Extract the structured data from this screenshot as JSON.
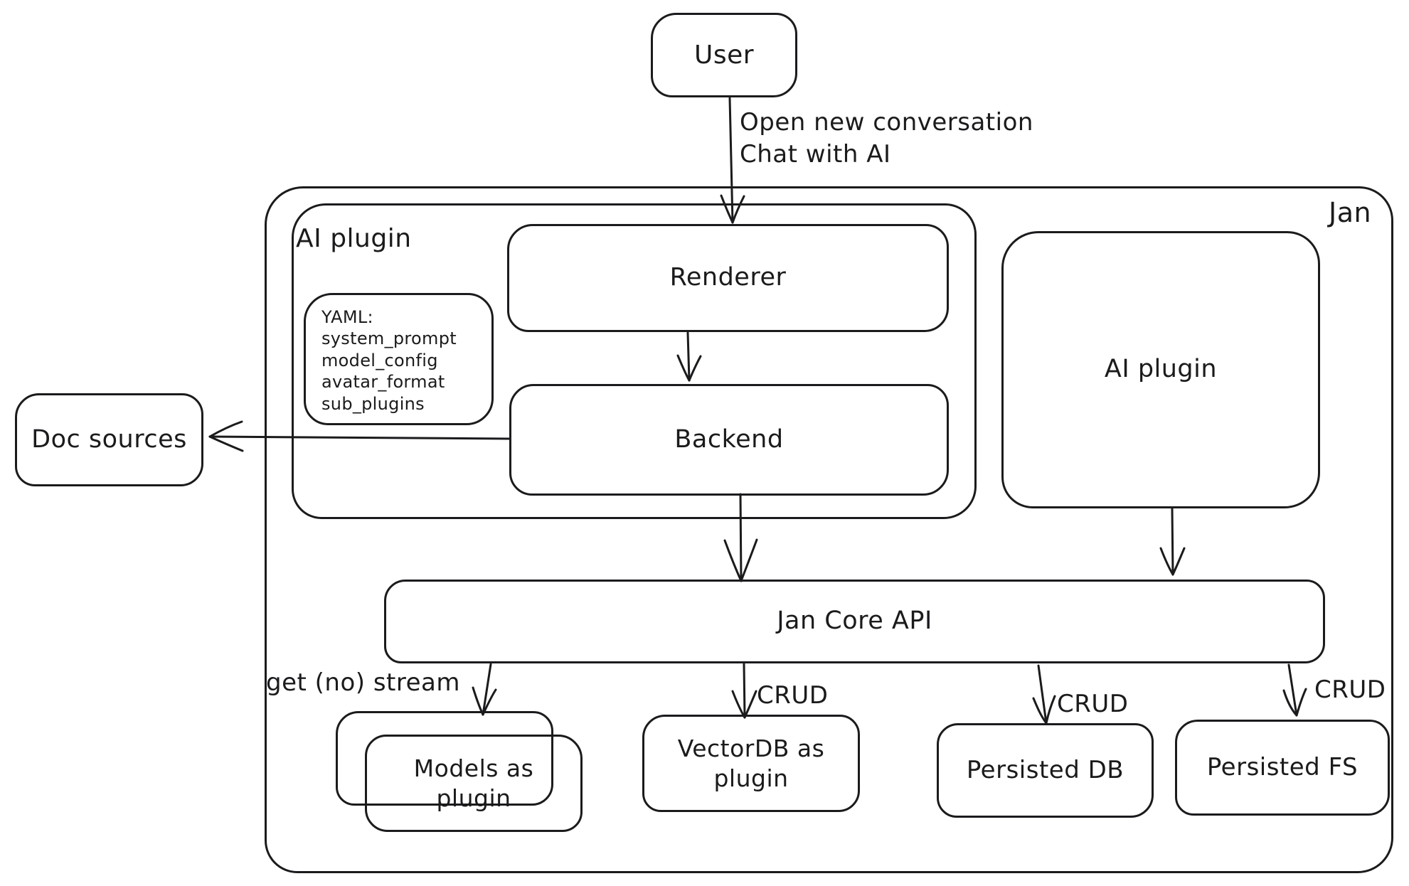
{
  "diagram": {
    "background": "#ffffff",
    "stroke": "#1b1b1e",
    "nodes": {
      "user": {
        "label": "User"
      },
      "jan": {
        "label": "Jan"
      },
      "ai_plugin_group": {
        "label": "AI plugin"
      },
      "renderer": {
        "label": "Renderer"
      },
      "yaml_note": {
        "lines": [
          "YAML:",
          "system_prompt",
          "model_config",
          "avatar_format",
          "sub_plugins"
        ]
      },
      "backend": {
        "label": "Backend"
      },
      "doc_sources": {
        "label": "Doc sources"
      },
      "ai_plugin": {
        "label": "AI plugin"
      },
      "jan_core_api": {
        "label": "Jan Core API"
      },
      "models_as_plugin": {
        "label": "Models as\nplugin"
      },
      "vectordb_as_plugin": {
        "label": "VectorDB as\nplugin"
      },
      "persisted_db": {
        "label": "Persisted DB"
      },
      "persisted_fs": {
        "label": "Persisted FS"
      }
    },
    "edges": {
      "user_to_renderer": {
        "label": "Open new conversation\nChat with AI"
      },
      "jan_core_to_models": {
        "label": "get (no) stream"
      },
      "jan_core_to_vectordb": {
        "label": "CRUD"
      },
      "jan_core_to_persisted_db": {
        "label": "CRUD"
      },
      "jan_core_to_persisted_fs": {
        "label": "CRUD"
      }
    }
  }
}
